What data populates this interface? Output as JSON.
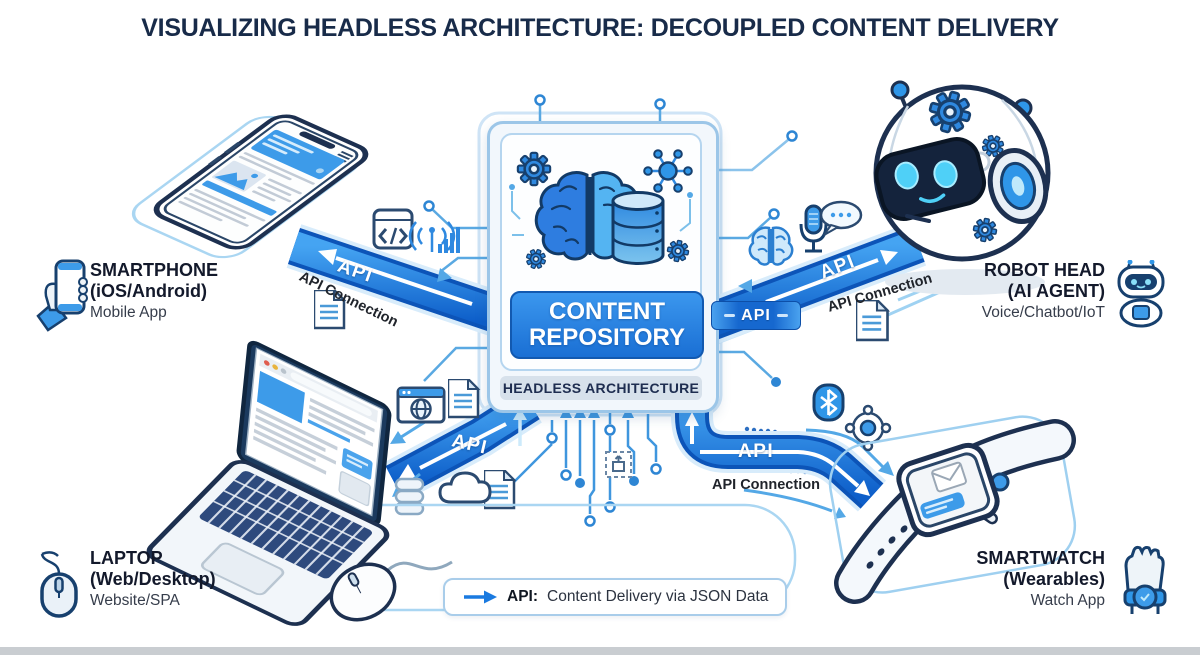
{
  "title": "VISUALIZING HEADLESS ARCHITECTURE: DECOUPLED CONTENT DELIVERY",
  "center": {
    "box_title": "CONTENT REPOSITORY",
    "subtitle": "HEADLESS ARCHITECTURE"
  },
  "devices": {
    "smartphone": {
      "title": "SMARTPHONE",
      "subtitle": "(iOS/Android)",
      "type": "Mobile App"
    },
    "robot": {
      "title": "ROBOT HEAD",
      "subtitle": "(AI AGENT)",
      "type": "Voice/Chatbot/IoT"
    },
    "laptop": {
      "title": "LAPTOP",
      "subtitle": "(Web/Desktop)",
      "type": "Website/SPA"
    },
    "smartwatch": {
      "title": "SMARTWATCH",
      "subtitle": "(Wearables)",
      "type": "Watch App"
    }
  },
  "connections": {
    "api": "API",
    "api_connection": "API Connection"
  },
  "legend": {
    "label": "API:",
    "text": "Content Delivery via JSON Data"
  },
  "icons": {
    "legend_arrow": "arrow-right"
  },
  "colors": {
    "accent_blue": "#1a78dd",
    "ribbon_dark": "#0c54b8",
    "ribbon_light": "#3fa0f0",
    "outline_navy": "#1d3050",
    "title_navy": "#182b49",
    "trace_blue": "#5aa9e2",
    "glow_blue": "#aad6f2"
  }
}
